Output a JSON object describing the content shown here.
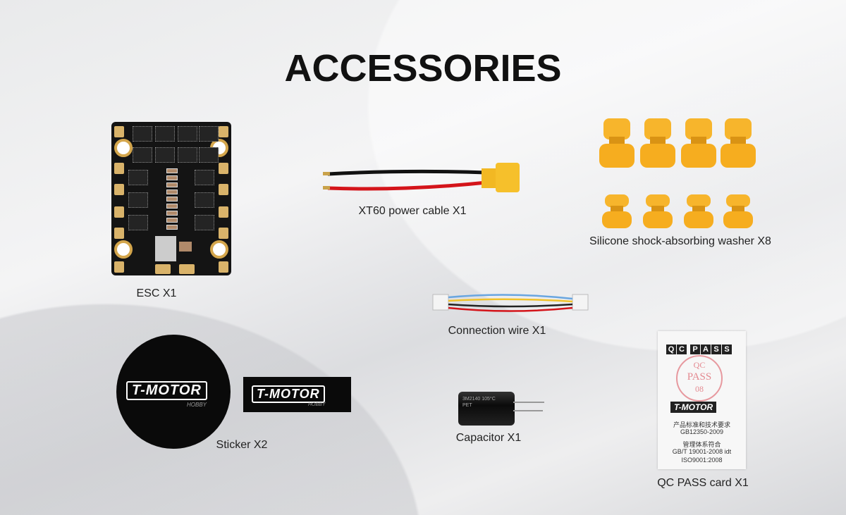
{
  "title": "ACCESSORIES",
  "items": {
    "esc": "ESC X1",
    "xt60": "XT60 power cable X1",
    "washer": "Silicone shock-absorbing washer X8",
    "wire": "Connection wire X1",
    "sticker": "Sticker X2",
    "capacitor": "Capacitor X1",
    "qc": "QC PASS card X1"
  },
  "brand": {
    "logo": "T-MOTOR",
    "sub": "HOBBY"
  },
  "qc_card": {
    "header": [
      "Q",
      "C",
      "P",
      "A",
      "S",
      "S"
    ],
    "stamp_lines": [
      "QC",
      "PASS",
      "08"
    ],
    "line1": "产品标准和技术要求",
    "line2": "GB12350-2009",
    "line3": "管理体系符合",
    "line4": "GB/T 19001-2008 idt",
    "line5": "ISO9001:2008"
  },
  "capacitor_print": "3M2140 105°C PET",
  "colors": {
    "washer": "#f6ad1f",
    "pad": "#d9b36a"
  }
}
